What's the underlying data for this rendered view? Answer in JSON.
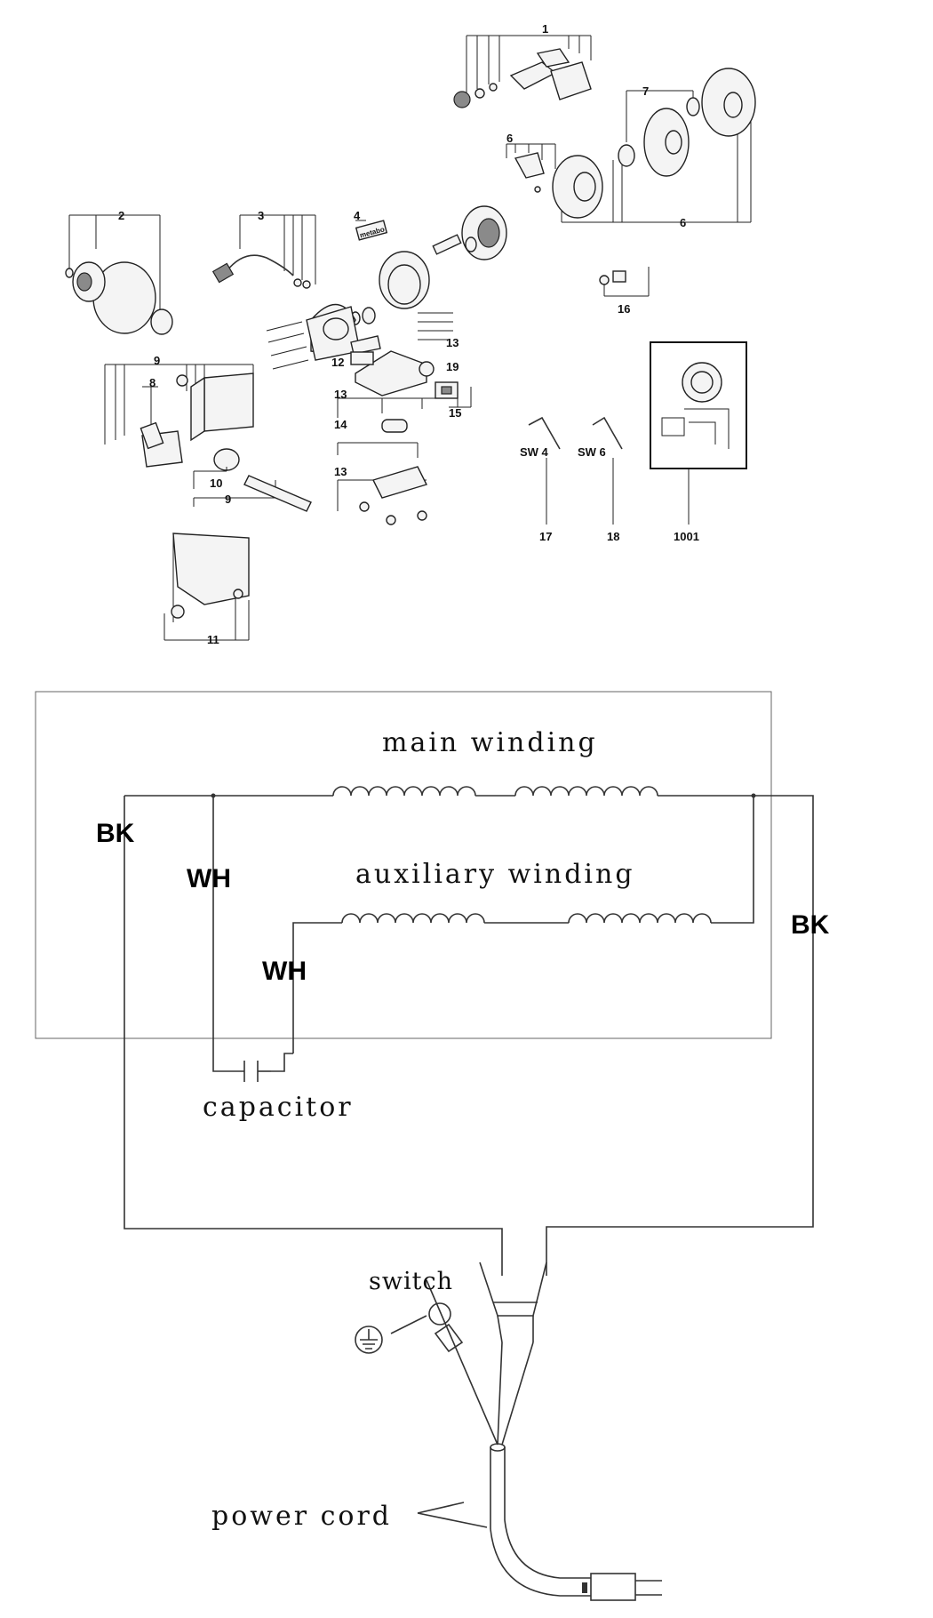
{
  "exploded_view": {
    "brand_label": "metabo",
    "callouts": [
      "1",
      "2",
      "3",
      "4",
      "6",
      "6",
      "7",
      "8",
      "9",
      "9",
      "10",
      "11",
      "12",
      "13",
      "13",
      "13",
      "14",
      "15",
      "16",
      "17",
      "18",
      "19",
      "1001"
    ],
    "key_labels": [
      "SW 4",
      "SW 6"
    ]
  },
  "wiring_diagram": {
    "main_winding": "main winding",
    "auxiliary_winding": "auxiliary winding",
    "capacitor": "capacitor",
    "switch": "switch",
    "power_cord": "power cord",
    "wire_colors": [
      "BK",
      "WH",
      "WH",
      "BK"
    ]
  }
}
